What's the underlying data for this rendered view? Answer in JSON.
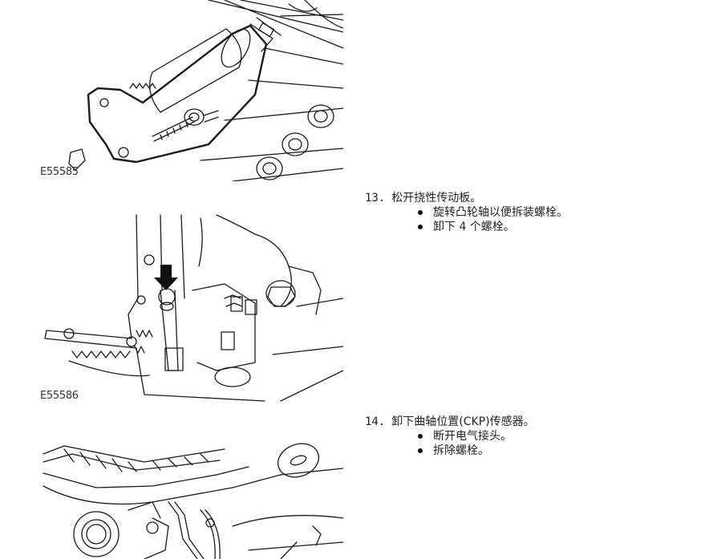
{
  "figures": [
    {
      "label": "E55585"
    },
    {
      "label": "E55586"
    },
    {
      "label": ""
    }
  ],
  "steps": [
    {
      "number": "13.",
      "title": "松开挠性传动板。",
      "bullets": [
        "旋转凸轮轴以便拆装螺栓。",
        "卸下 4 个螺栓。"
      ]
    },
    {
      "number": "14.",
      "title": "卸下曲轴位置(CKP)传感器。",
      "bullets": [
        "断开电气接头。",
        "拆除螺栓。"
      ]
    }
  ],
  "colors": {
    "text": "#222222",
    "line_art": "#1a1a1a",
    "shading": "#d8d8d8"
  }
}
